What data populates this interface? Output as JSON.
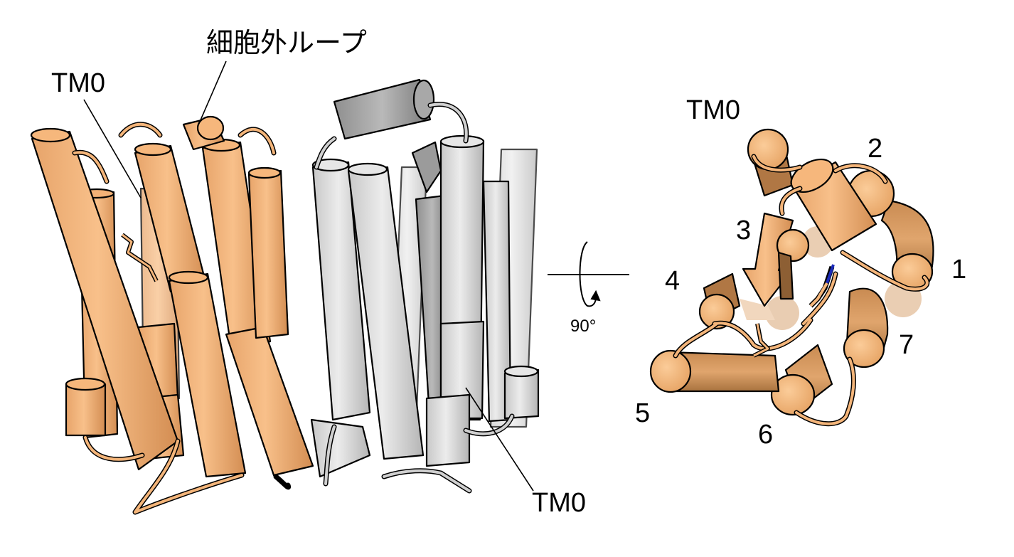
{
  "labels": {
    "extracellular_loop": "細胞外ループ",
    "tm0_left": "TM0",
    "tm0_bottom": "TM0",
    "tm0_top_view": "TM0",
    "rotation": "90°",
    "helix_1": "1",
    "helix_2": "2",
    "helix_3": "3",
    "helix_4": "4",
    "helix_5": "5",
    "helix_6": "6",
    "helix_7": "7"
  },
  "colors": {
    "orange_fill": "#f5b87c",
    "orange_shade": "#d8955a",
    "orange_dark": "#b9804a",
    "gray_fill": "#d9d9d9",
    "gray_dark": "#9e9e9e",
    "outline": "#000000",
    "blue_stick": "#1b2bb8"
  }
}
